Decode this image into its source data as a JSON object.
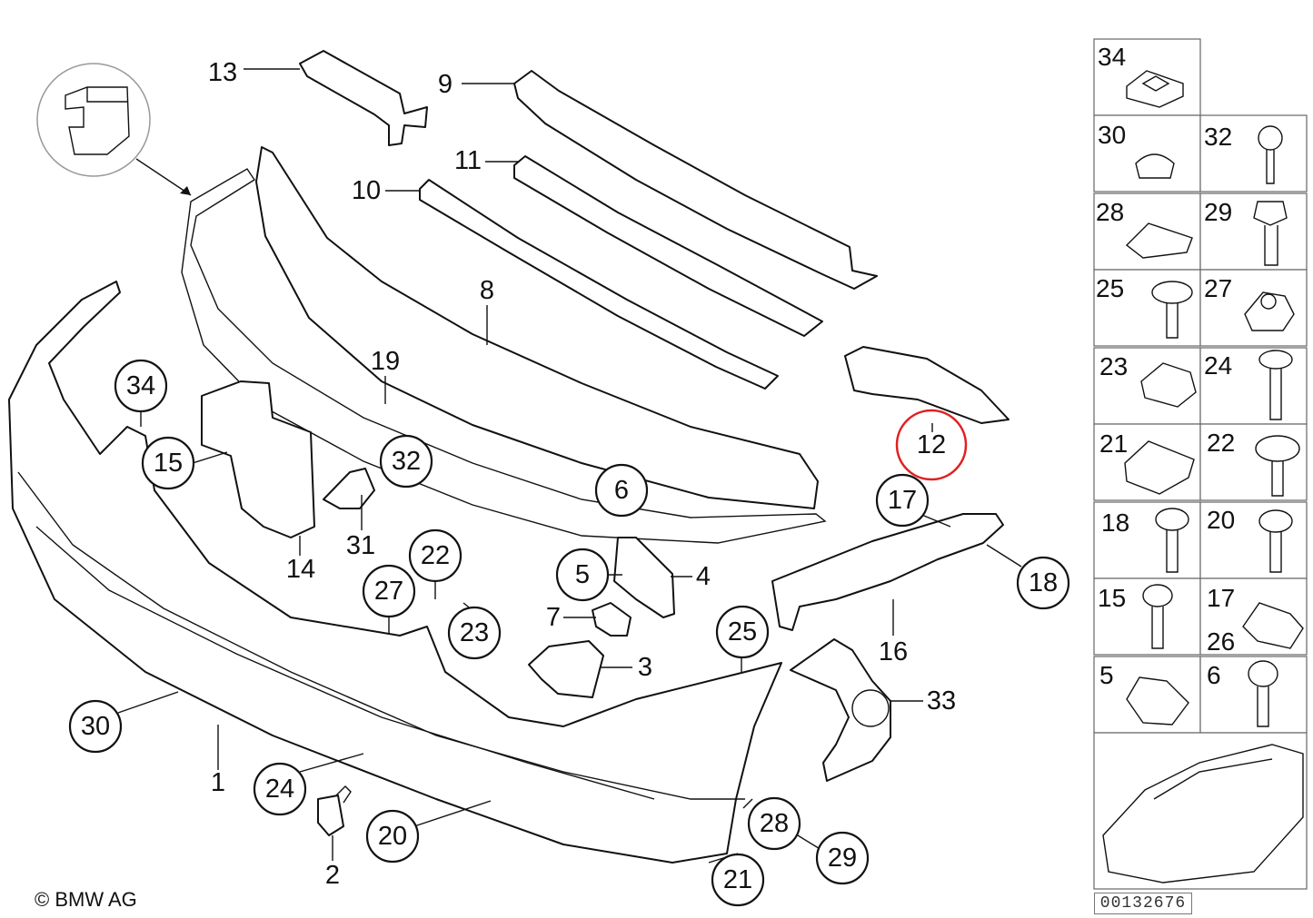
{
  "copyright": "© BMW AG",
  "diagram_number": "00132676",
  "highlighted_part": "12",
  "highlight_color": "#e02020",
  "callouts": [
    "1",
    "2",
    "3",
    "4",
    "5",
    "6",
    "7",
    "8",
    "9",
    "10",
    "11",
    "12",
    "13",
    "14",
    "15",
    "16",
    "17",
    "18",
    "19",
    "20",
    "21",
    "22",
    "23",
    "24",
    "25",
    "27",
    "28",
    "29",
    "30",
    "31",
    "32",
    "33",
    "34"
  ],
  "hardware_table": [
    "34",
    "30",
    "32",
    "28",
    "29",
    "25",
    "27",
    "23",
    "24",
    "21",
    "22",
    "18",
    "20",
    "15",
    "17",
    "26",
    "5",
    "6"
  ]
}
